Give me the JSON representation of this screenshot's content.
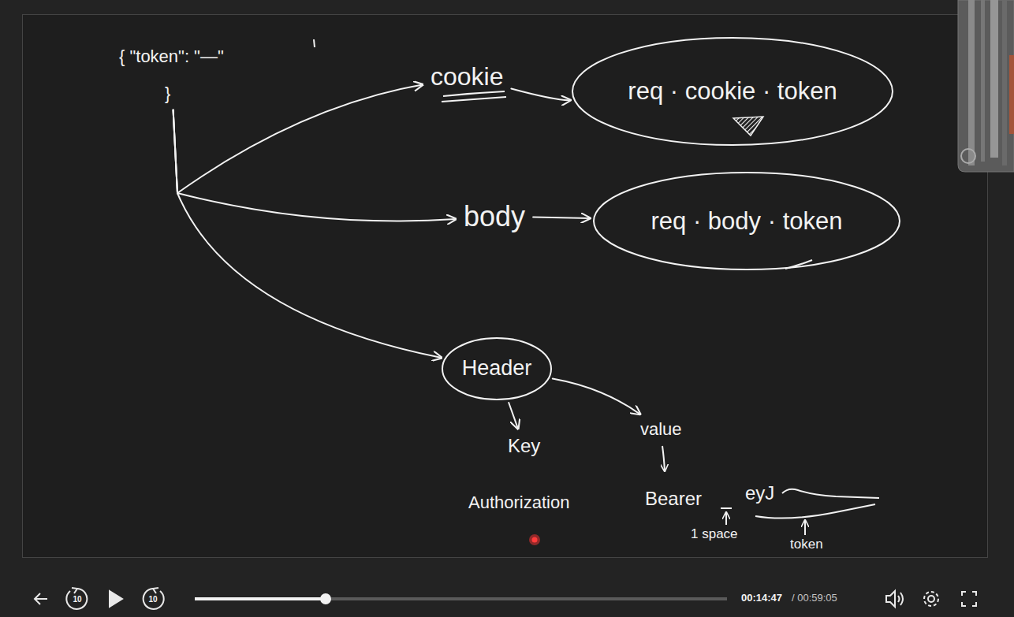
{
  "diagram": {
    "nodes": [
      {
        "text": [
          "{ \"token\": \"—\"",
          "}"
        ]
      },
      {
        "text": [
          "cookie"
        ]
      },
      {
        "text": [
          "req · cookie · token"
        ]
      },
      {
        "text": [
          "body"
        ]
      },
      {
        "text": [
          "req · body · token"
        ]
      },
      {
        "text": [
          "Header"
        ]
      },
      {
        "text": [
          "Key"
        ]
      },
      {
        "text": [
          "value"
        ]
      }
    ],
    "edges": [
      {
        "from": 0,
        "to": 1,
        "arrow": "to"
      },
      {
        "from": 0,
        "to": 3,
        "arrow": "to"
      },
      {
        "from": 0,
        "to": 5,
        "arrow": "to"
      },
      {
        "from": 1,
        "to": 2,
        "arrow": "to"
      },
      {
        "from": 3,
        "to": 4,
        "arrow": "to"
      },
      {
        "from": 5,
        "to": 6,
        "arrow": "to"
      },
      {
        "from": 5,
        "to": 7,
        "arrow": "to"
      }
    ],
    "labels": [
      "Authorization",
      "Bearer",
      "eyJ",
      "1 space",
      "token",
      "10",
      "10",
      "00:14:47",
      "/ 00:59:05"
    ]
  }
}
